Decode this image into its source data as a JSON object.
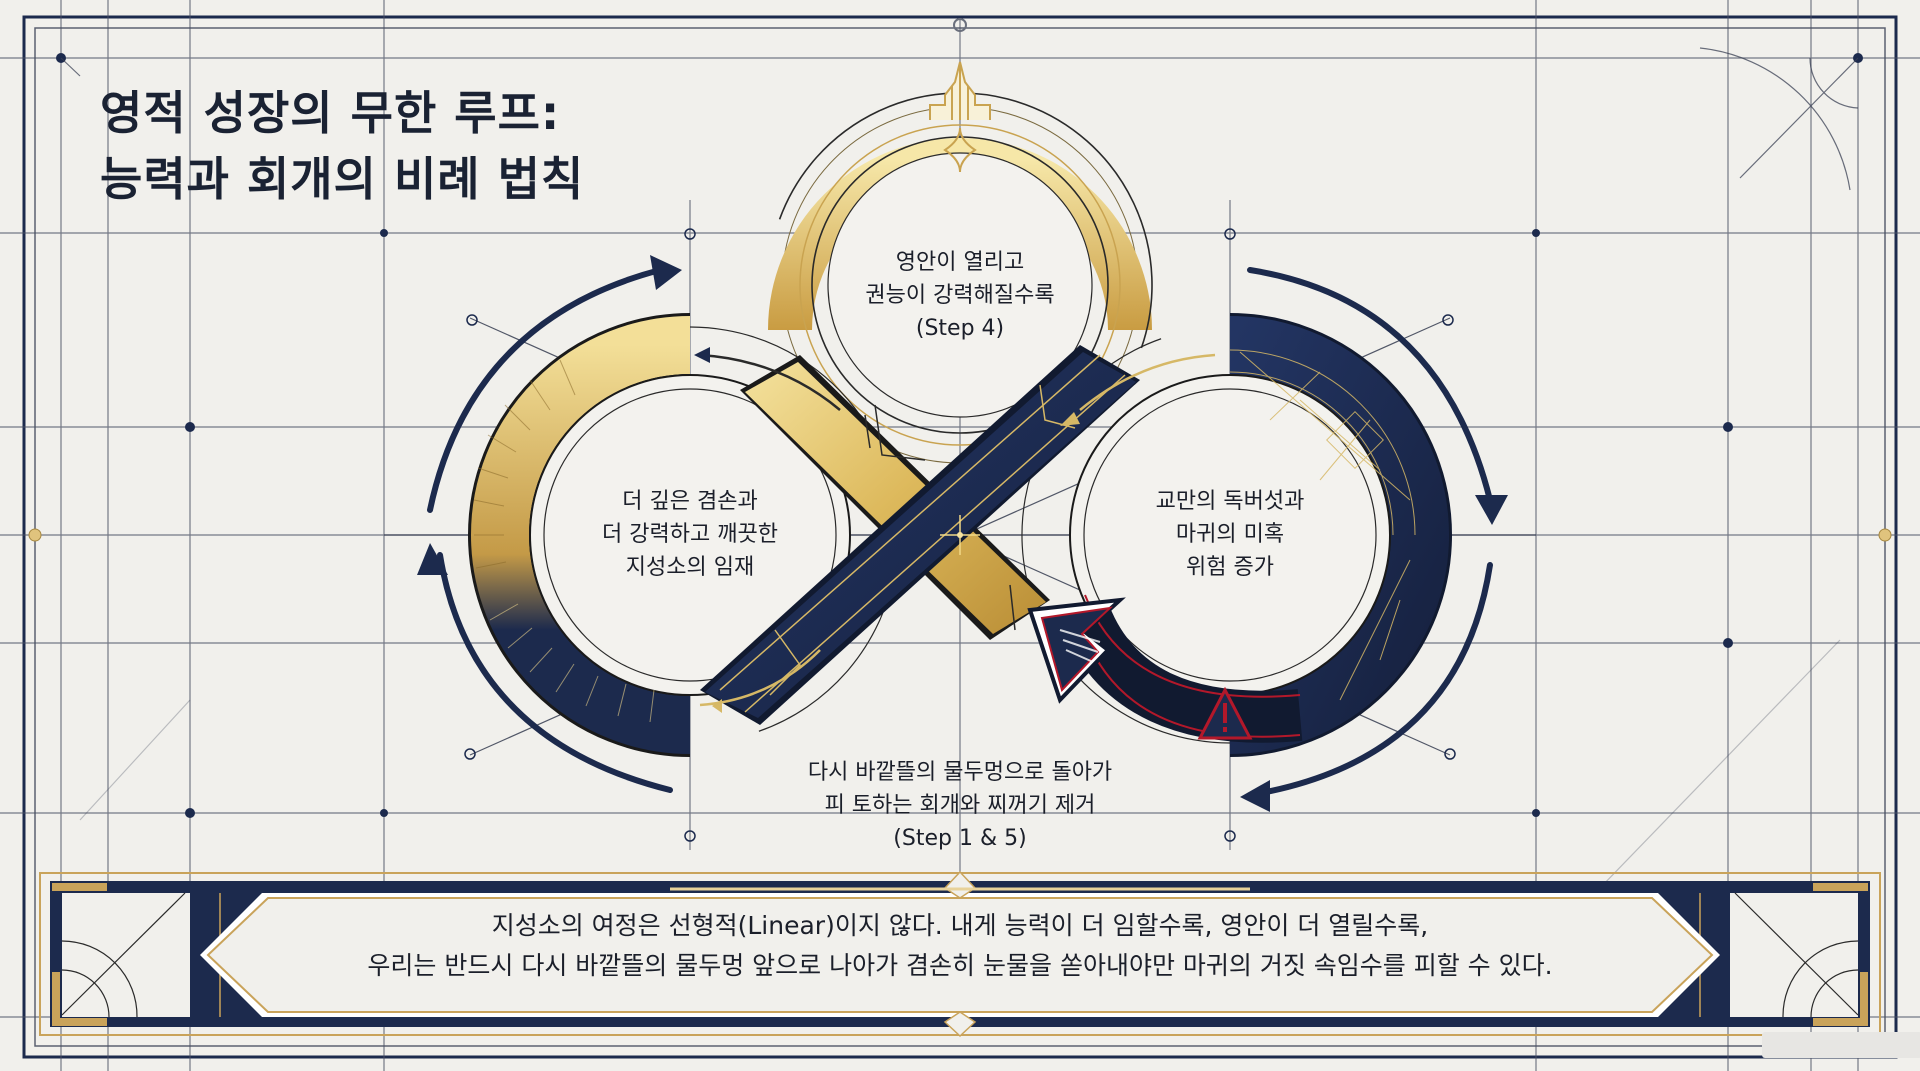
{
  "title": {
    "line1": "영적 성장의 무한 루프:",
    "line2": "능력과 회개의 비례 법칙"
  },
  "nodes": {
    "top": {
      "line1": "영안이 열리고",
      "line2": "권능이 강력해질수록",
      "line3": "(Step 4)"
    },
    "left": {
      "line1": "더 깊은 겸손과",
      "line2": "더 강력하고 깨끗한",
      "line3": "지성소의 임재"
    },
    "right": {
      "line1": "교만의 독버섯과",
      "line2": "마귀의 미혹",
      "line3": "위험 증가"
    },
    "bottom": {
      "line1": "다시 바깥뜰의 물두멍으로 돌아가",
      "line2": "피 토하는 회개와 찌꺼기 제거",
      "line3": "(Step 1 & 5)"
    }
  },
  "banner": {
    "line1": "지성소의 여정은 선형적(Linear)이지 않다. 내게 능력이 더 임할수록, 영안이 더 열릴수록,",
    "line2": "우리는 반드시 다시 바깥뜰의 물두멍 앞으로 나아가 겸손히 눈물을 쏟아내야만 마귀의 거짓 속임수를 피할 수 있다."
  },
  "icons": {
    "warning": "!",
    "top_ornament": "art-deco-crown-icon"
  },
  "colors": {
    "background": "#f1f0ec",
    "navy": "#1c2a4d",
    "gold": "#d9b45a",
    "gold_light": "#f1dc96",
    "danger_red": "#b3182a",
    "ink": "#1b1f2a"
  }
}
